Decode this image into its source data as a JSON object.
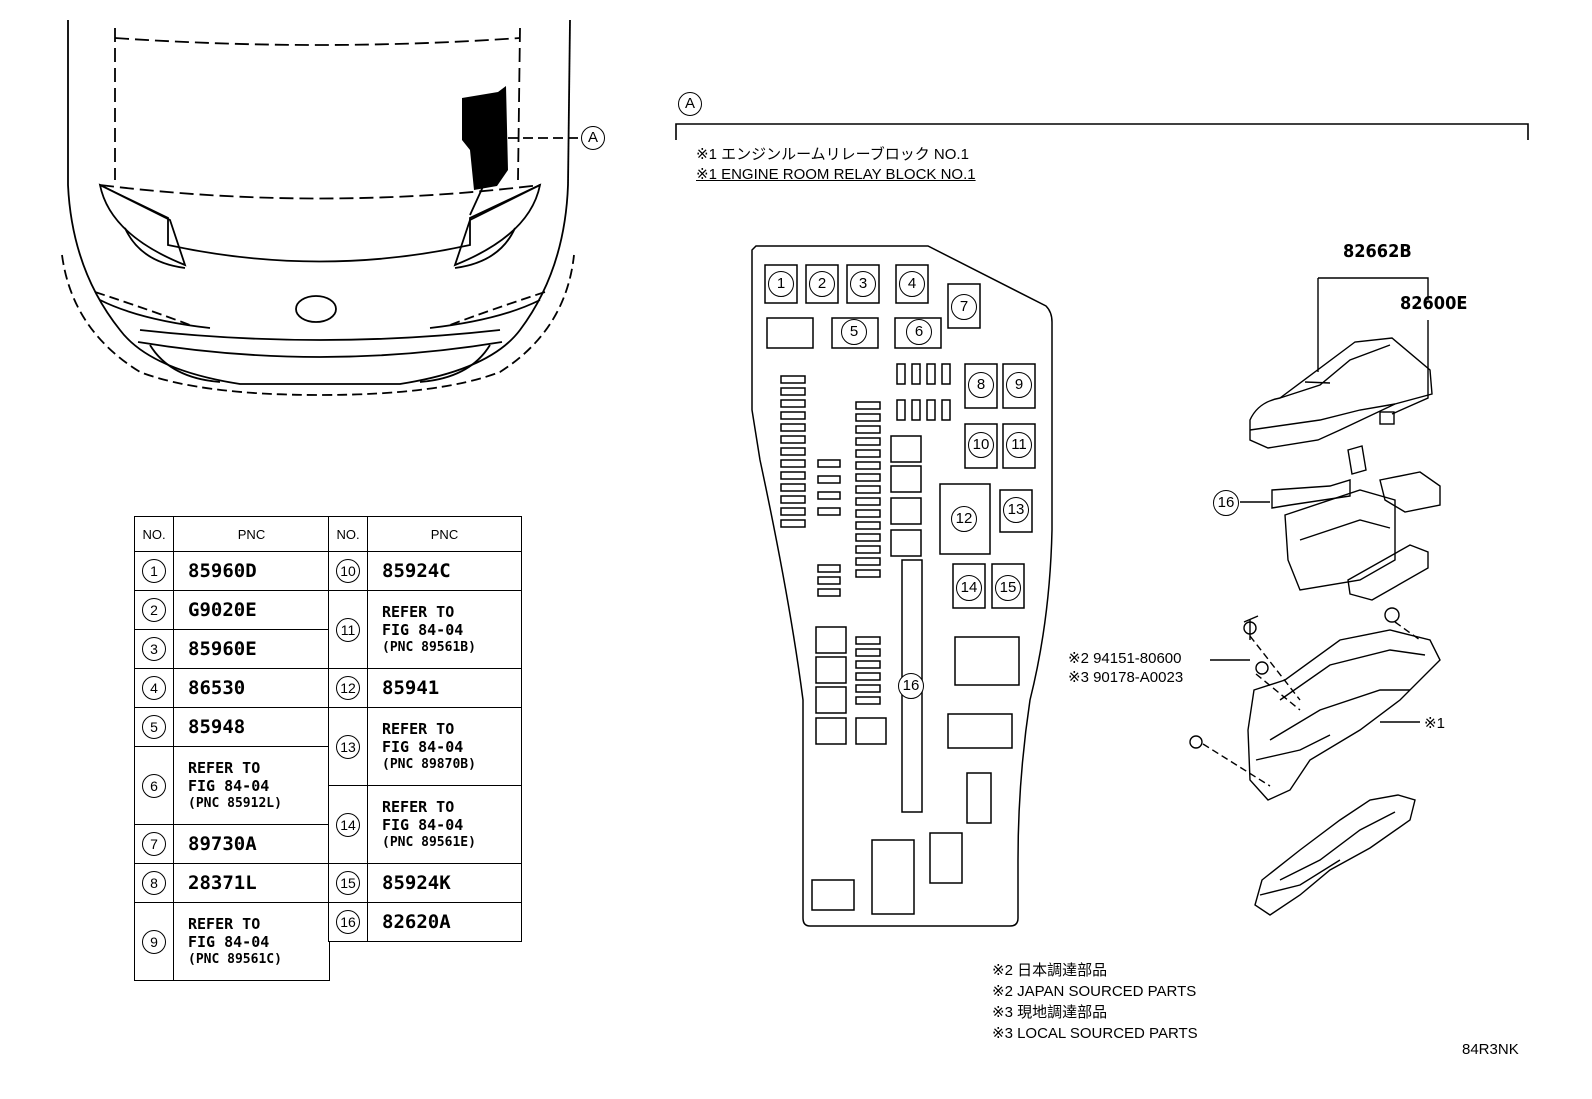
{
  "car_view": {
    "callout_label": "A"
  },
  "detail": {
    "section_label": "A",
    "note_jp": "※1 エンジンルームリレーブロック NO.1",
    "note_en": "※1 ENGINE ROOM RELAY BLOCK NO.1"
  },
  "relay_block_numbers": [
    "1",
    "2",
    "3",
    "4",
    "5",
    "6",
    "7",
    "8",
    "9",
    "10",
    "11",
    "12",
    "13",
    "14",
    "15",
    "16"
  ],
  "exploded_parts": {
    "cover_upper": "82662B",
    "cover_clip": "82600E",
    "fuse_item": "16",
    "bolt_1": "※2 94151-80600",
    "bolt_2": "※3 90178-A0023",
    "housing_ref": "※1"
  },
  "legend": {
    "jp_2": "※2 日本調達部品",
    "en_2": "※2 JAPAN SOURCED PARTS",
    "jp_3": "※3 現地調達部品",
    "en_3": "※3 LOCAL SOURCED PARTS"
  },
  "figure_code": "84R3NK",
  "table": {
    "header_no": "NO.",
    "header_pnc": "PNC",
    "left": [
      {
        "no": "1",
        "pnc": "85960D"
      },
      {
        "no": "2",
        "pnc": "G9020E"
      },
      {
        "no": "3",
        "pnc": "85960E"
      },
      {
        "no": "4",
        "pnc": "86530"
      },
      {
        "no": "5",
        "pnc": "85948"
      },
      {
        "no": "6",
        "line1": "REFER TO",
        "line2": "FIG 84-04",
        "line3": "(PNC 85912L)"
      },
      {
        "no": "7",
        "pnc": "89730A"
      },
      {
        "no": "8",
        "pnc": "28371L"
      },
      {
        "no": "9",
        "line1": "REFER TO",
        "line2": "FIG 84-04",
        "line3": "(PNC 89561C)"
      }
    ],
    "right": [
      {
        "no": "10",
        "pnc": "85924C"
      },
      {
        "no": "11",
        "line1": "REFER TO",
        "line2": "FIG 84-04",
        "line3": "(PNC 89561B)"
      },
      {
        "no": "12",
        "pnc": "85941"
      },
      {
        "no": "13",
        "line1": "REFER TO",
        "line2": "FIG 84-04",
        "line3": "(PNC 89870B)"
      },
      {
        "no": "14",
        "line1": "REFER TO",
        "line2": "FIG 84-04",
        "line3": "(PNC 89561E)"
      },
      {
        "no": "15",
        "pnc": "85924K"
      },
      {
        "no": "16",
        "pnc": "82620A"
      }
    ]
  }
}
